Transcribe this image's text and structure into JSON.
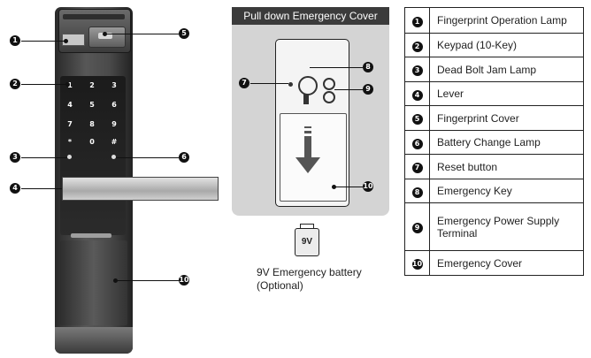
{
  "panel_title": "Pull down Emergency Cover",
  "battery": {
    "label": "9V",
    "caption_line1": "9V Emergency battery",
    "caption_line2": "(Optional)"
  },
  "keypad_keys": [
    "1",
    "2",
    "3",
    "4",
    "5",
    "6",
    "7",
    "8",
    "9",
    "*",
    "0",
    "#"
  ],
  "callout_numbers": [
    "1",
    "2",
    "3",
    "4",
    "5",
    "6",
    "7",
    "8",
    "9",
    "10"
  ],
  "legend": [
    {
      "num": "1",
      "text": "Fingerprint Operation Lamp"
    },
    {
      "num": "2",
      "text": "Keypad (10-Key)"
    },
    {
      "num": "3",
      "text": "Dead Bolt Jam Lamp"
    },
    {
      "num": "4",
      "text": "Lever"
    },
    {
      "num": "5",
      "text": "Fingerprint Cover"
    },
    {
      "num": "6",
      "text": "Battery Change Lamp"
    },
    {
      "num": "7",
      "text": "Reset button"
    },
    {
      "num": "8",
      "text": "Emergency Key"
    },
    {
      "num": "9",
      "text": "Emergency Power Supply Terminal"
    },
    {
      "num": "10",
      "text": "Emergency Cover"
    }
  ]
}
